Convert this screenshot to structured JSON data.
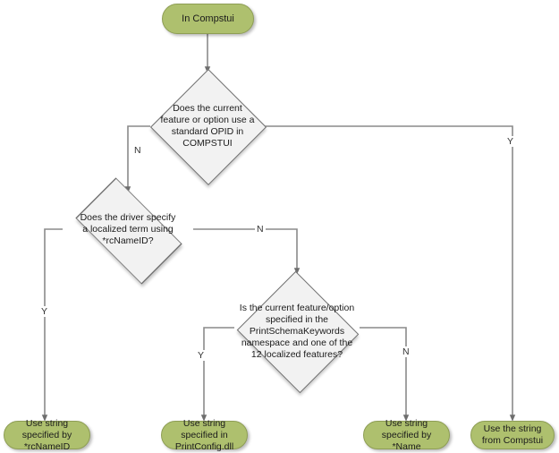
{
  "diagram": {
    "title": "In Compstui string resolution flowchart",
    "colors": {
      "terminator_fill": "#AEC06E",
      "terminator_stroke": "#8E9E55",
      "decision_fill": "#F2F2F2",
      "decision_stroke": "#6D6D6D",
      "connector": "#808080",
      "text": "#1B1B1B",
      "background": "#FFFFFF"
    },
    "nodes": {
      "start": {
        "type": "terminator",
        "label": "In Compstui"
      },
      "decision_opid": {
        "type": "decision",
        "label": "Does the current feature or option use a standard OPID in COMPSTUI"
      },
      "decision_rcnameid": {
        "type": "decision",
        "label": "Does the driver specify a localized term using *rcNameID?"
      },
      "decision_printschema": {
        "type": "decision",
        "label": "Is the current feature/option specified in the PrintSchemaKeywords namespace and one of the 12 localized features?"
      },
      "end_rcnameid": {
        "type": "terminator",
        "label": "Use string specified by *rcNameID"
      },
      "end_printconfig": {
        "type": "terminator",
        "label": "Use string specified in PrintConfig.dll"
      },
      "end_name": {
        "type": "terminator",
        "label": "Use string specified by *Name"
      },
      "end_compstui": {
        "type": "terminator",
        "label": "Use the string from Compstui"
      }
    },
    "edge_labels": {
      "opid_no": "N",
      "opid_yes": "Y",
      "rcnameid_no": "N",
      "rcnameid_yes": "Y",
      "printschema_yes": "Y",
      "printschema_no": "N"
    }
  }
}
